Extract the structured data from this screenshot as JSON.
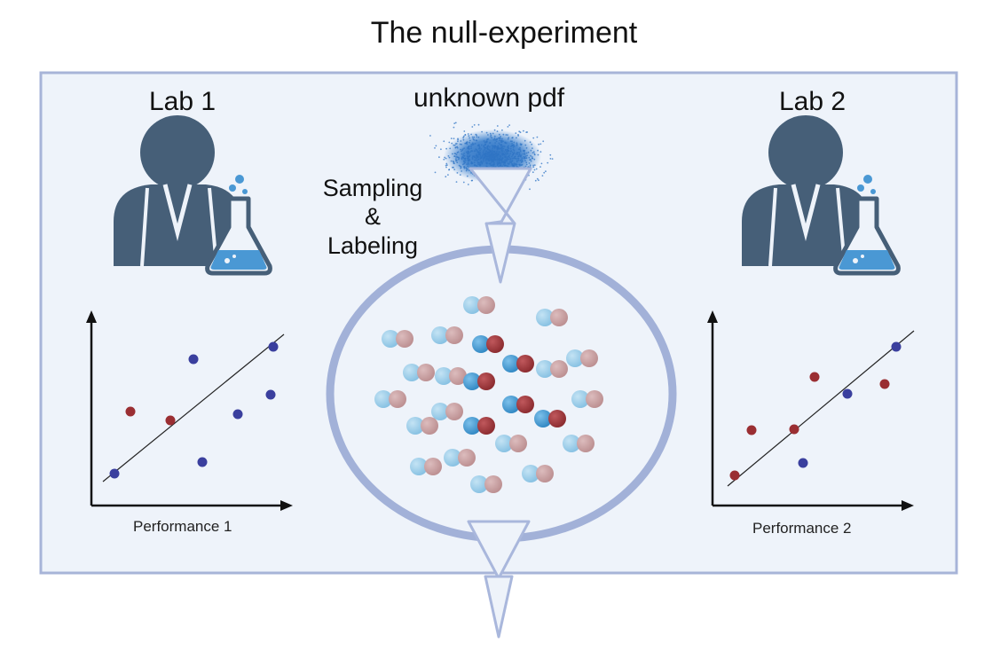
{
  "title": "The null-experiment",
  "source": {
    "label": "unknown pdf"
  },
  "process": {
    "line1": "Sampling",
    "line2": "&",
    "line3": "Labeling"
  },
  "labs": [
    {
      "name": "Lab 1",
      "axis_label": "Performance 1"
    },
    {
      "name": "Lab 2",
      "axis_label": "Performance 2"
    }
  ],
  "colors": {
    "frame": "#a7b4d8",
    "frame_fill": "#eef3fa",
    "person": "#465f78",
    "flask": "#4a98d4",
    "dot_blue": "#3a3f9e",
    "dot_red": "#9a2e32",
    "ball_blue": "#3b93cc",
    "ball_red": "#9b3a3d",
    "ball_light_blue": "#96cbe8",
    "ball_light_red": "#c59a9c"
  }
}
